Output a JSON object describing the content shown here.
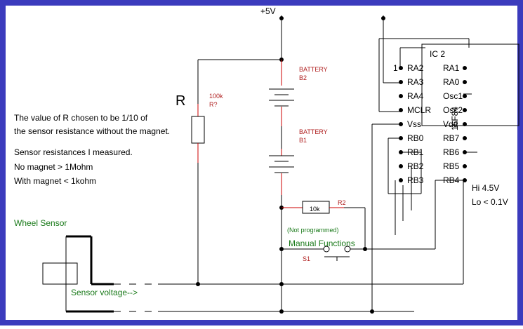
{
  "colors": {
    "border": "#3b3bbd",
    "wire": "#000000",
    "lead": "#cc0000",
    "label_red": "#b02020",
    "label_green": "#1a7a1a"
  },
  "supply": {
    "vplus": "+5V"
  },
  "battery_b2": {
    "name": "BATTERY",
    "ref": "B2"
  },
  "battery_b1": {
    "name": "BATTERY",
    "ref": "B1"
  },
  "resistor_r": {
    "big_label": "R",
    "value": "100k",
    "ref": "R?"
  },
  "resistor_r2": {
    "value": "10k",
    "ref": "R2"
  },
  "switch_s1": {
    "note": "(Not programmed)",
    "label": "Manual Functions",
    "ref": "S1"
  },
  "notes": {
    "line1": "The value of R chosen to be  1/10 of",
    "line2": "the sensor resistance without the magnet.",
    "line3": "Sensor resistances  I measured.",
    "line4": "No magnet      > 1Mohm",
    "line5": "With magnet      < 1kohm"
  },
  "wheel_sensor": {
    "title": "Wheel Sensor",
    "voltage": "Sensor voltage-->"
  },
  "levels": {
    "hi": "Hi 4.5V",
    "lo": "Lo < 0.1V"
  },
  "ic": {
    "title": "IC 2",
    "part": "16F84",
    "pin1": "1",
    "left_pins": [
      "RA2",
      "RA3",
      "RA4",
      "MCLR",
      "Vss",
      "RB0",
      "RB1",
      "RB2",
      "RB3"
    ],
    "right_pins": [
      "RA1",
      "RA0",
      "Osc1",
      "Osc2",
      "Vdd",
      "RB7",
      "RB6",
      "RB5",
      "RB4"
    ]
  }
}
